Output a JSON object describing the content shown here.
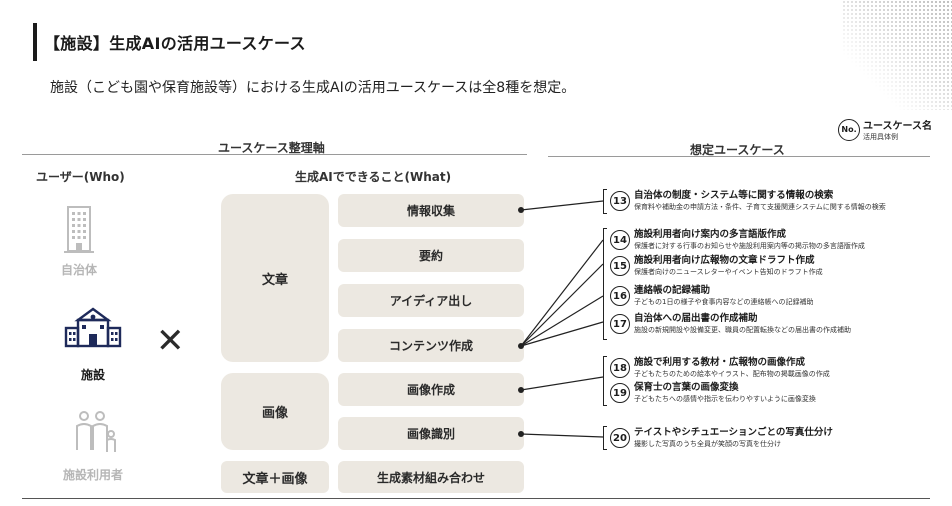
{
  "header": {
    "title": "【施設】生成AIの活用ユースケース",
    "subtitle": "施設（こども園や保育施設等）における生成AIの活用ユースケースは全8種を想定。"
  },
  "legend": {
    "num_label": "No.",
    "title": "ユースケース名",
    "sub": "活用具体例"
  },
  "sections": {
    "left_header": "ユースケース整理軸",
    "right_header": "想定ユースケース"
  },
  "columns": {
    "who": "ユーザー(Who)",
    "what": "生成AIでできること(What)"
  },
  "users": [
    {
      "label": "自治体",
      "icon": "building-icon",
      "active": false
    },
    {
      "label": "施設",
      "icon": "school-icon",
      "active": true
    },
    {
      "label": "施設利用者",
      "icon": "family-icon",
      "active": false
    }
  ],
  "cross_mark": "✕",
  "what": {
    "text": {
      "label": "文章",
      "items": [
        "情報収集",
        "要約",
        "アイディア出し",
        "コンテンツ作成"
      ]
    },
    "image": {
      "label": "画像",
      "items": [
        "画像作成",
        "画像識別"
      ]
    },
    "combo": {
      "label": "文章＋画像",
      "item": "生成素材組み合わせ"
    }
  },
  "usecases": [
    {
      "no": "13",
      "name": "自治体の制度・システム等に関する情報の検索",
      "example": "保育料や補助金の申請方法・条件、子育て支援関連システムに関する情報の検索"
    },
    {
      "no": "14",
      "name": "施設利用者向け案内の多言語版作成",
      "example": "保護者に対する行事のお知らせや施設利用案内等の掲示物の多言語版作成"
    },
    {
      "no": "15",
      "name": "施設利用者向け広報物の文章ドラフト作成",
      "example": "保護者向けのニュースレターやイベント告知のドラフト作成"
    },
    {
      "no": "16",
      "name": "連絡帳の記録補助",
      "example": "子どもの1日の様子や食事内容などの連絡帳への記録補助"
    },
    {
      "no": "17",
      "name": "自治体への届出書の作成補助",
      "example": "施設の新規開設や設備変更、職員の配置転換などの届出書の作成補助"
    },
    {
      "no": "18",
      "name": "施設で利用する教材・広報物の画像作成",
      "example": "子どもたちのための絵本やイラスト、配布物の掲載画像の作成"
    },
    {
      "no": "19",
      "name": "保育士の言葉の画像変換",
      "example": "子どもたちへの感情や指示を伝わりやすいように画像変換"
    },
    {
      "no": "20",
      "name": "テイストやシチュエーションごとの写真仕分け",
      "example": "撮影した写真のうち全員が笑顔の写真を仕分け"
    }
  ]
}
